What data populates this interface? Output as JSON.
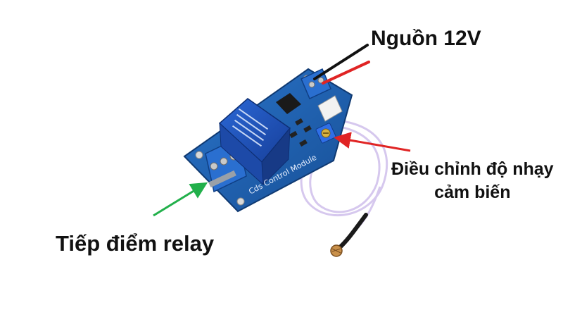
{
  "labels": {
    "power": "Nguồn 12V",
    "adjust_line1": "Điều chỉnh độ nhạy",
    "adjust_line2": "cảm biến",
    "relay": "Tiếp điểm relay"
  },
  "board": {
    "silkscreen": "Cds Control Module"
  },
  "colors": {
    "pcb": "#1b5fb0",
    "relay_body": "#1f56c0",
    "terminal": "#2a6fd0",
    "wire_black": "#111111",
    "wire_red": "#e02424",
    "arrow_power": "#000000",
    "arrow_adjust": "#e02424",
    "arrow_relay": "#22b04b",
    "sensor_cable": "#d6c8ee"
  },
  "icons": {
    "relay_contact": "terminal-block-icon",
    "potentiometer": "trimmer-pot-icon",
    "sensor": "photoresistor-icon"
  }
}
